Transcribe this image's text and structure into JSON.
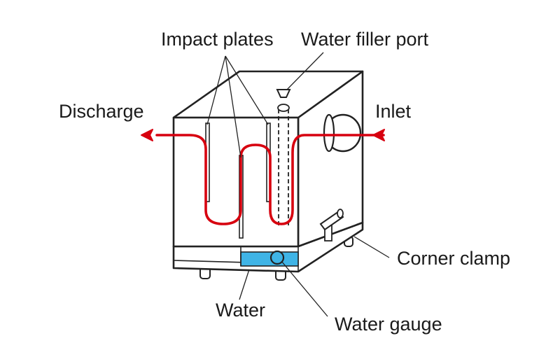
{
  "labels": {
    "impact_plates": "Impact plates",
    "water_filler_port": "Water filler port",
    "discharge": "Discharge",
    "inlet": "Inlet",
    "corner_clamp": "Corner clamp",
    "water": "Water",
    "water_gauge": "Water gauge"
  },
  "colors": {
    "flow_path": "#d7000f",
    "water": "#3fb4e6",
    "outline": "#222222"
  }
}
